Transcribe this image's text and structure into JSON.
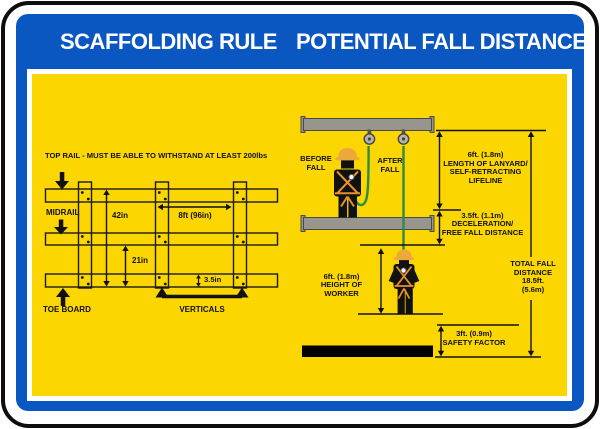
{
  "sign_type": "safety-sign",
  "colors": {
    "panel_blue": "#0B57C2",
    "background_yellow": "#FBD600",
    "line_black": "#111111",
    "beam_gray": "#97958C",
    "beam_outline": "#4A4942",
    "lanyard_green": "#2E8B44",
    "harness_orange": "#E8912A",
    "hardhat_orange": "#EDA83B",
    "frame_white": "#FFFFFF"
  },
  "header": {
    "left_title": "SCAFFOLDING RULE",
    "right_title": "POTENTIAL FALL DISTANCE"
  },
  "scaffold_diagram": {
    "top_rail_note": "TOP RAIL - MUST BE ABLE TO WITHSTAND AT LEAST 200lbs",
    "midrail_label": "MIDRAIL",
    "toe_board_label": "TOE BOARD",
    "verticals_label": "VERTICALS",
    "dimensions": {
      "top_rail_height": "42in",
      "bay_width": "8ft (96in)",
      "midrail_height": "21in",
      "toe_board_height": "3.5in"
    }
  },
  "fall_diagram": {
    "before_fall_label": "BEFORE\nFALL",
    "after_fall_label": "AFTER\nFALL",
    "lanyard_dimension": "6ft. (1.8m)\nLENGTH OF LANYARD/\nSELF-RETRACTING\nLIFELINE",
    "deceleration_dimension": "3.5ft. (1.1m)\nDECELERATION/\nFREE FALL DISTANCE",
    "worker_height_dimension": "6ft. (1.8m)\nHEIGHT OF WORKER",
    "total_fall_dimension": "TOTAL FALL\nDISTANCE\n18.5ft.\n(5.6m)",
    "safety_factor_dimension": "3ft. (0.9m)\nSAFETY FACTOR"
  }
}
